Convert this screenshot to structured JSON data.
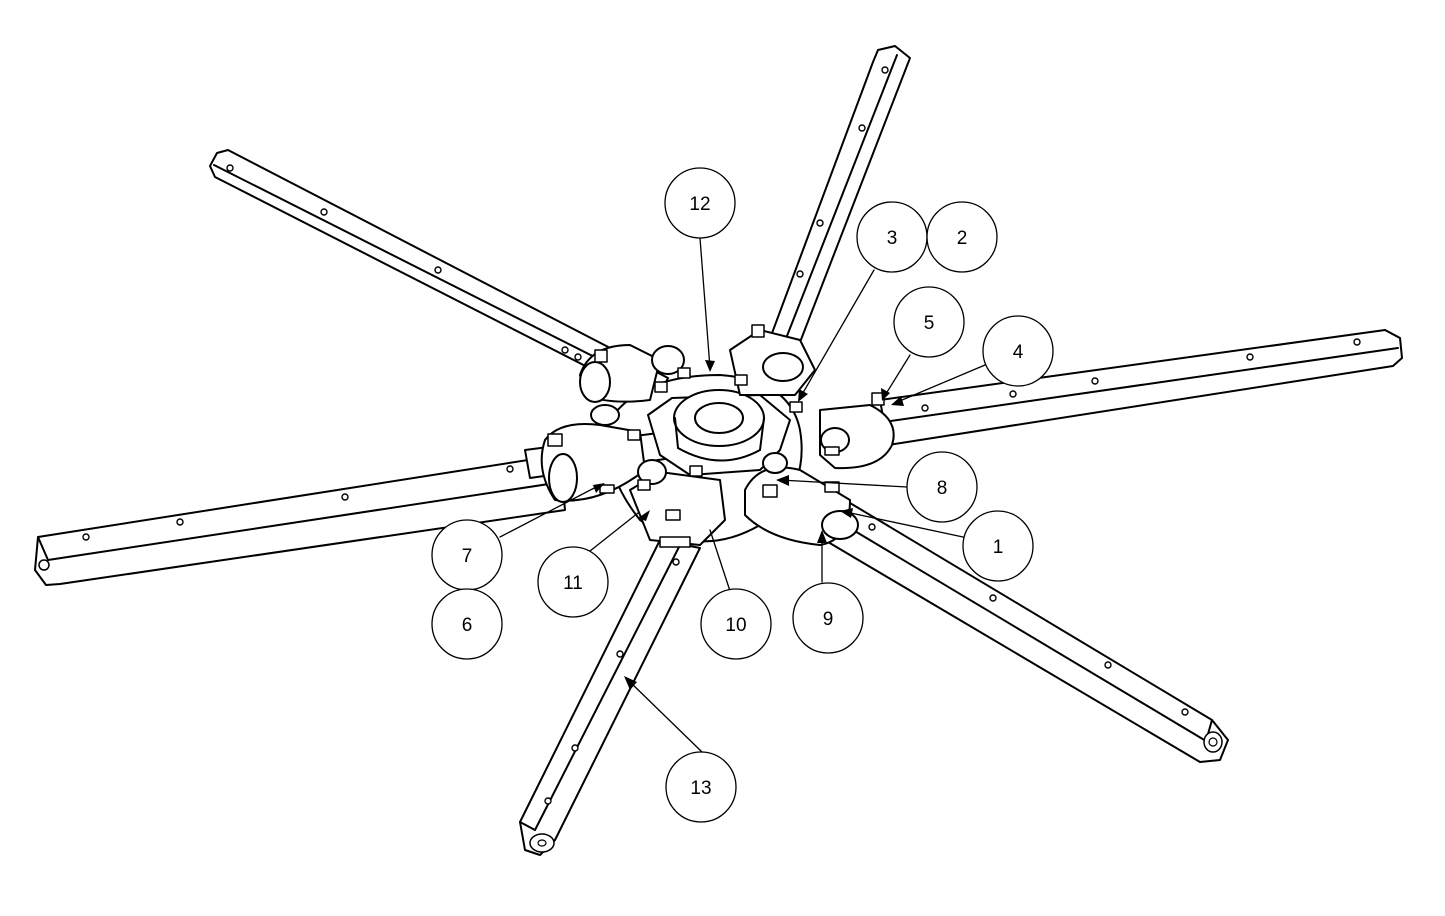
{
  "diagram": {
    "balloons": [
      {
        "id": "b12",
        "label": "12"
      },
      {
        "id": "b3",
        "label": "3"
      },
      {
        "id": "b2",
        "label": "2"
      },
      {
        "id": "b5",
        "label": "5"
      },
      {
        "id": "b4",
        "label": "4"
      },
      {
        "id": "b8",
        "label": "8"
      },
      {
        "id": "b1",
        "label": "1"
      },
      {
        "id": "b9",
        "label": "9"
      },
      {
        "id": "b10",
        "label": "10"
      },
      {
        "id": "b11",
        "label": "11"
      },
      {
        "id": "b7",
        "label": "7"
      },
      {
        "id": "b6",
        "label": "6"
      },
      {
        "id": "b13",
        "label": "13"
      }
    ],
    "colors": {
      "line": "#000000",
      "fill": "#ffffff"
    }
  }
}
